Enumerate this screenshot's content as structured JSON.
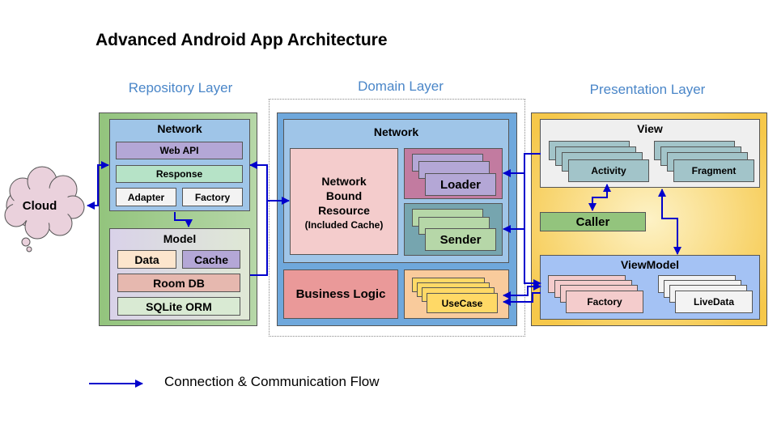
{
  "title": "Advanced Android App Architecture",
  "layers": {
    "repository": "Repository Layer",
    "domain": "Domain Layer",
    "presentation": "Presentation Layer"
  },
  "cloud": "Cloud",
  "repository": {
    "network": {
      "title": "Network",
      "web_api": "Web API",
      "response": "Response",
      "adapter": "Adapter",
      "factory": "Factory"
    },
    "model": {
      "title": "Model",
      "data": "Data",
      "cache": "Cache",
      "room_db": "Room DB",
      "sqlite_orm": "SQLite ORM"
    }
  },
  "domain": {
    "network": {
      "title": "Network",
      "resource_line1": "Network",
      "resource_line2": "Bound",
      "resource_line3": "Resource",
      "resource_note": "(Included Cache)",
      "loader": "Loader",
      "sender": "Sender"
    },
    "business_logic": "Business Logic",
    "usecase": "UseCase"
  },
  "presentation": {
    "view": {
      "title": "View",
      "activity": "Activity",
      "fragment": "Fragment"
    },
    "caller": "Caller",
    "viewmodel": {
      "title": "ViewModel",
      "factory": "Factory",
      "livedata": "LiveData"
    }
  },
  "legend": "Connection & Communication Flow",
  "colors": {
    "arrow": "#0000cc",
    "layer_label": "#4a86c8",
    "repository_bg": "#93c47d",
    "domain_bg": "#6fa8dc",
    "presentation_bg": "#f6c84a",
    "network_bg": "#9fc5e8",
    "model_bg": "#d9d2e9",
    "cloud_bg": "#ead1dc"
  }
}
